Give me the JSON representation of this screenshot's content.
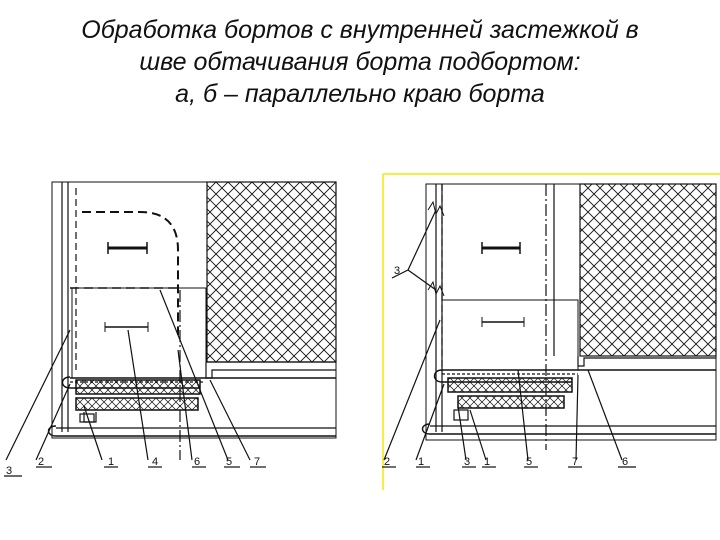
{
  "title": {
    "line1": "Обработка бортов с внутренней застежкой в",
    "line2": "шве обтачивания борта подбортом:",
    "line3": "а, б – параллельно краю борта"
  },
  "figure_left": {
    "labels": [
      "3",
      "2",
      "1",
      "4",
      "6",
      "5",
      "7"
    ]
  },
  "figure_right": {
    "labels": [
      "3",
      "2",
      "1",
      "3",
      "1",
      "5",
      "7",
      "6"
    ]
  },
  "colors": {
    "line": "#111111",
    "frame_accent": "#f5e900",
    "background": "#ffffff"
  }
}
